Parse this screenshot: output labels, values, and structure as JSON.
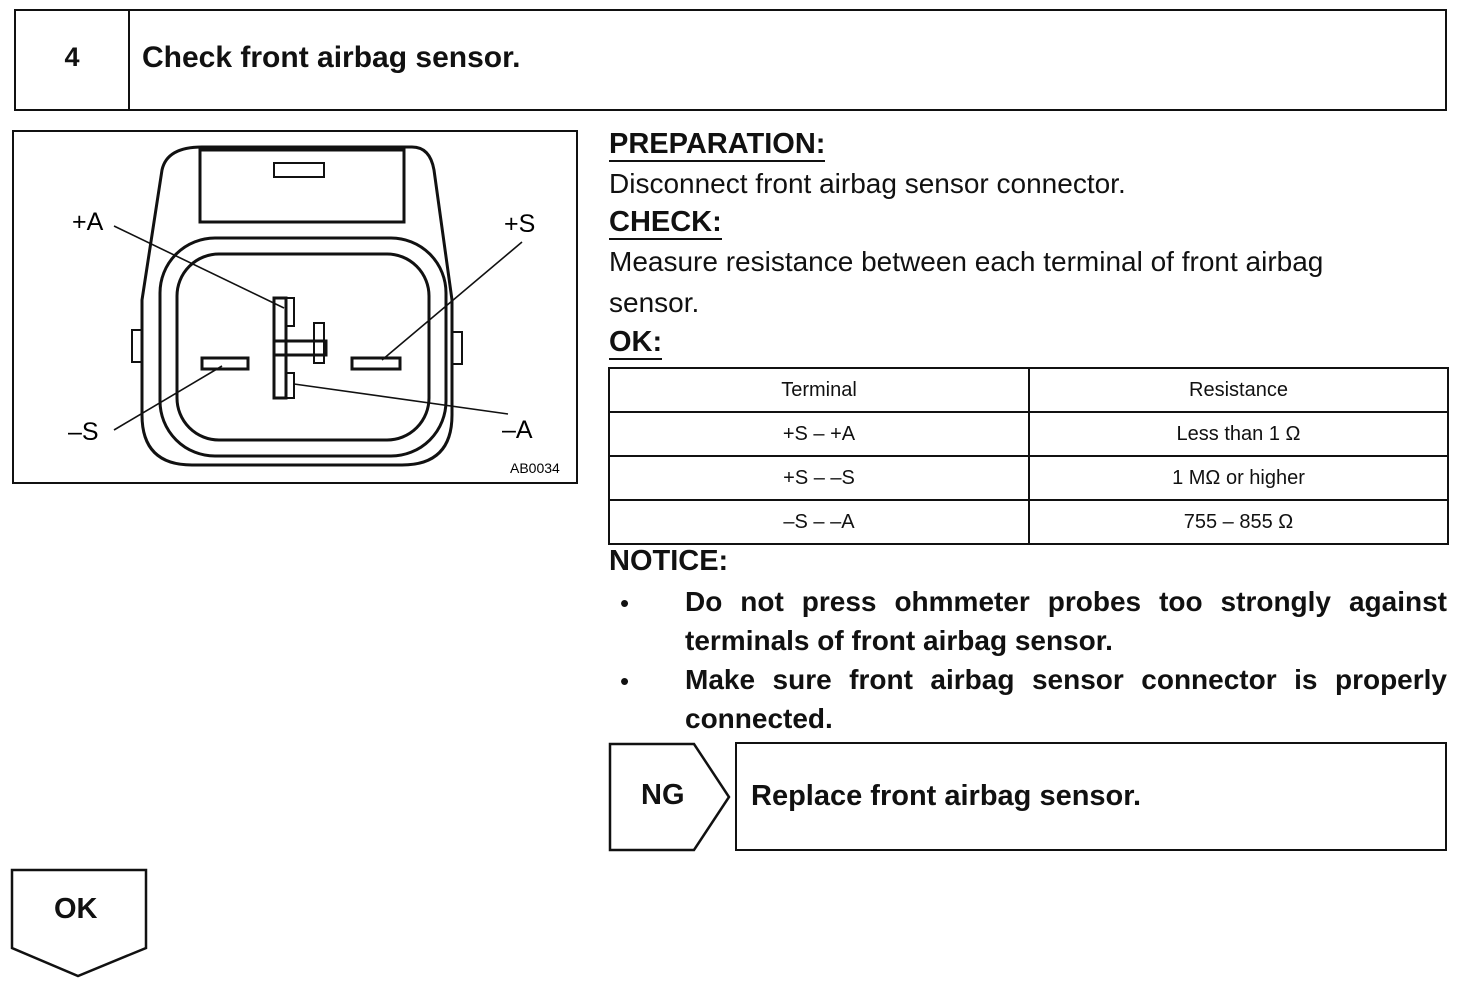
{
  "step": {
    "number": "4",
    "title": "Check front airbag sensor."
  },
  "diagram": {
    "labels": {
      "plus_a": "+A",
      "plus_s": "+S",
      "minus_s": "–S",
      "minus_a": "–A",
      "code": "AB0034"
    }
  },
  "preparation": {
    "heading": "PREPARATION:",
    "text": "Disconnect front airbag sensor connector."
  },
  "check": {
    "heading": "CHECK:",
    "text_line1": "Measure resistance between each terminal of front airbag",
    "text_line2": "sensor."
  },
  "ok_section": {
    "heading": "OK:"
  },
  "table": {
    "headers": [
      "Terminal",
      "Resistance"
    ],
    "rows": [
      {
        "terminal": "+S – +A",
        "resistance": "Less than 1 Ω"
      },
      {
        "terminal": "+S – –S",
        "resistance": "1 MΩ or higher"
      },
      {
        "terminal": "–S – –A",
        "resistance": "755 – 855 Ω"
      }
    ]
  },
  "notice": {
    "heading": "NOTICE:",
    "bullet": "•",
    "items": [
      "Do not press ohmmeter probes too strongly against terminals of front airbag sensor.",
      "Make sure front airbag sensor connector is properly connected."
    ]
  },
  "ng": {
    "label": "NG",
    "action": "Replace front airbag sensor."
  },
  "ok": {
    "label": "OK"
  }
}
